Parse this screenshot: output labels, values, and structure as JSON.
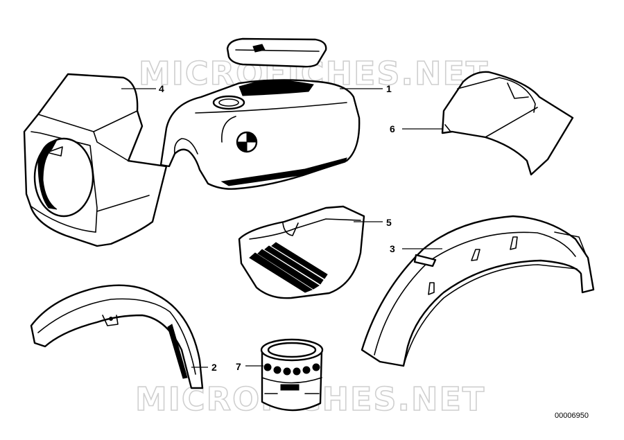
{
  "watermark": {
    "top_text": "MICROFICHES.NET",
    "bottom_text": "MICROFICHES.NET"
  },
  "callouts": [
    {
      "id": "1",
      "label": "1"
    },
    {
      "id": "2",
      "label": "2"
    },
    {
      "id": "3",
      "label": "3"
    },
    {
      "id": "4",
      "label": "4"
    },
    {
      "id": "5",
      "label": "5"
    },
    {
      "id": "6",
      "label": "6"
    },
    {
      "id": "7",
      "label": "7"
    }
  ],
  "document_number": "00006950",
  "colors": {
    "ink": "#000000",
    "paper": "#ffffff",
    "watermark": "#cfcfcf"
  }
}
